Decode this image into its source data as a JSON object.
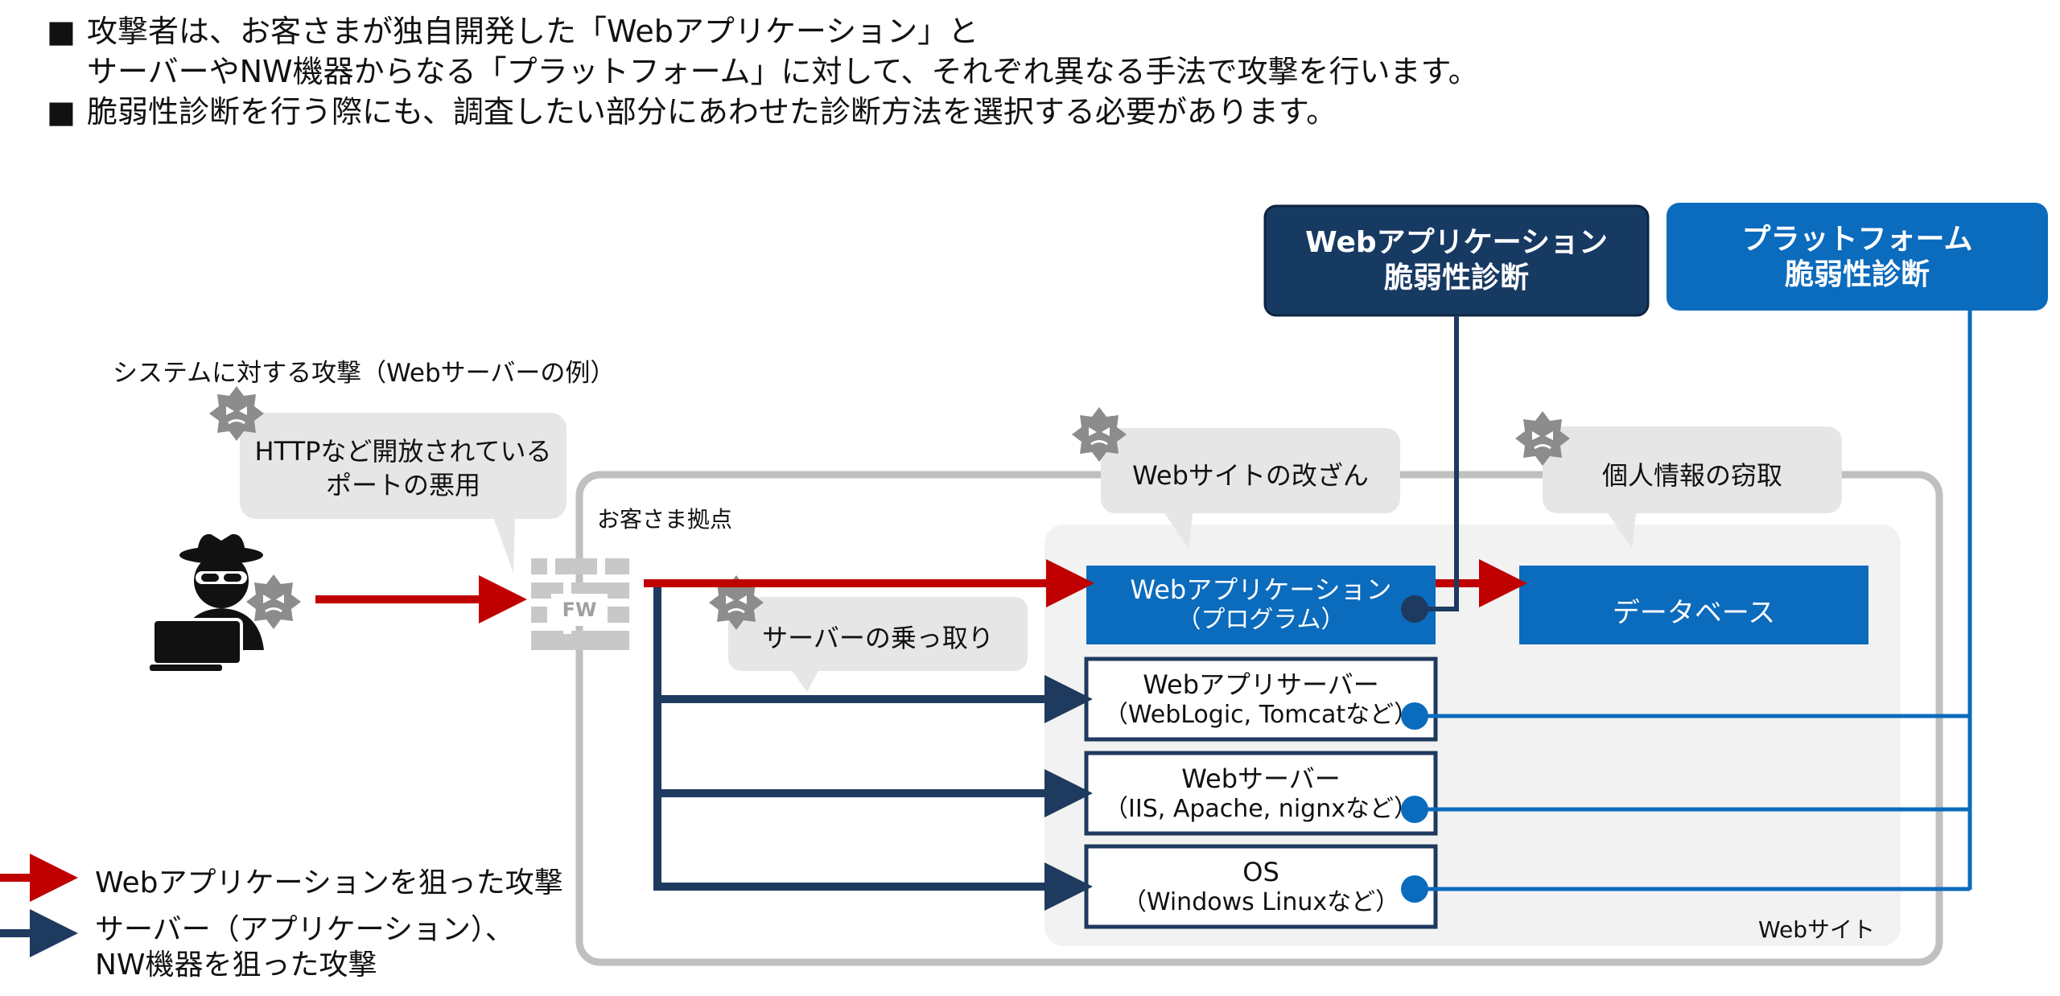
{
  "bullets": {
    "mark": "■",
    "line1": "攻撃者は、お客さまが独自開発した「Webアプリケーション」と",
    "line1b": "サーバーやNW機器からなる「プラットフォーム」に対して、それぞれ異なる手法で攻撃を行います。",
    "line2": "脆弱性診断を行う際にも、調査したい部分にあわせた診断方法を選択する必要があります。"
  },
  "diagnosis": {
    "web_app": {
      "line1": "Webアプリケーション",
      "line2": "脆弱性診断"
    },
    "platform": {
      "line1": "プラットフォーム",
      "line2": "脆弱性診断"
    }
  },
  "system_attack_caption": "システムに対する攻撃（Webサーバーの例）",
  "callouts": {
    "port_abuse": {
      "line1": "HTTPなど開放されている",
      "line2": "ポートの悪用"
    },
    "server_takeover": "サーバーの乗っ取り",
    "defacement": "Webサイトの改ざん",
    "data_theft": "個人情報の窃取"
  },
  "customer_site_label": "お客さま拠点",
  "website_label": "Webサイト",
  "firewall_label": "FW",
  "components": {
    "webapp": {
      "line1": "Webアプリケーション",
      "line2": "（プログラム）"
    },
    "database": "データベース",
    "app_server": {
      "line1": "Webアプリサーバー",
      "line2": "（WebLogic, Tomcatなど）"
    },
    "web_server": {
      "line1": "Webサーバー",
      "line2": "（IIS, Apache, nignxなど）"
    },
    "os": {
      "line1": "OS",
      "line2": "（Windows Linuxなど）"
    }
  },
  "legend": {
    "red": "Webアプリケーションを狙った攻撃",
    "navy_line1": "サーバー（アプリケーション）、",
    "navy_line2": "NW機器を狙った攻撃"
  },
  "icons": [
    "hacker-icon",
    "virus-icon",
    "firewall-icon"
  ],
  "colors": {
    "red_attack": "#c00000",
    "navy": "#1f3a5f",
    "blue": "#0b6bbd",
    "dark_navy_box": "#173a63",
    "callout_gray": "#e6e6e6",
    "virus_gray": "#8c8c8c"
  }
}
